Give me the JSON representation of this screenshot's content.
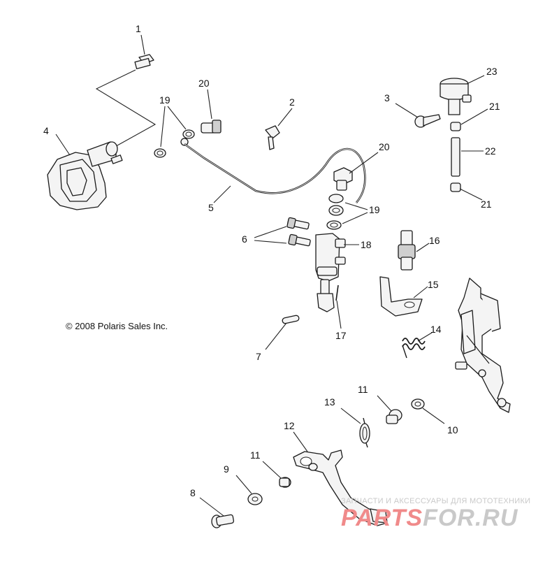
{
  "copyright": "© 2008 Polaris Sales Inc.",
  "watermark": {
    "tagline": "ЗАПЧАСТИ И АКСЕССУАРЫ ДЛЯ МОТОТЕХНИКИ",
    "logo_part1": "PARTS",
    "logo_part2": "FOR.RU",
    "color_logo": "#f08a8a",
    "color_logo_dark": "#c9c9c9"
  },
  "callouts": [
    "1",
    "2",
    "3",
    "4",
    "5",
    "6",
    "7",
    "8",
    "9",
    "10",
    "11",
    "11",
    "12",
    "13",
    "14",
    "15",
    "16",
    "17",
    "18",
    "19",
    "19",
    "20",
    "20",
    "21",
    "21",
    "22",
    "23"
  ]
}
